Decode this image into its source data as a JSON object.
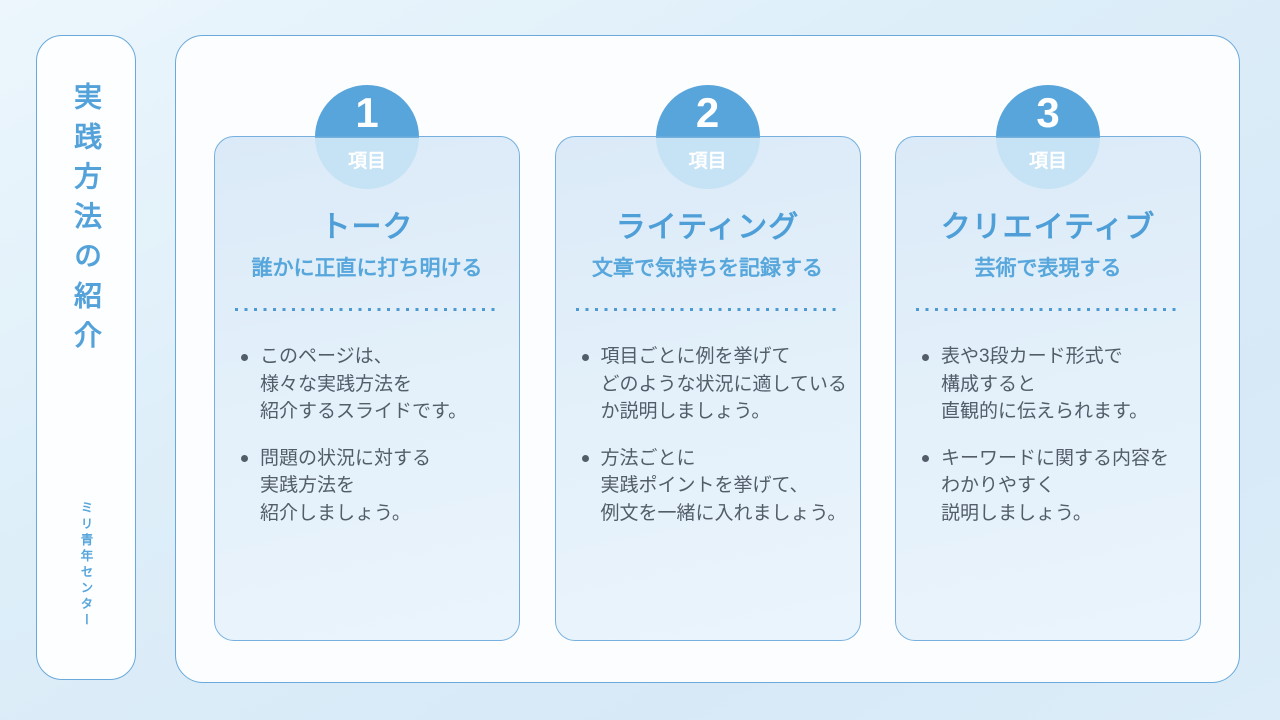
{
  "slide": {
    "sidebar": {
      "title": "実践方法の紹介",
      "organization": "ミリ青年センター"
    },
    "cards": [
      {
        "number": "1",
        "badge_label": "項目",
        "title": "トーク",
        "subtitle": "誰かに正直に打ち明ける",
        "bullets": [
          "このページは、\n様々な実践方法を\n紹介するスライドです。",
          "問題の状況に対する\n実践方法を\n紹介しましょう。"
        ]
      },
      {
        "number": "2",
        "badge_label": "項目",
        "title": "ライティング",
        "subtitle": "文章で気持ちを記録する",
        "bullets": [
          "項目ごとに例を挙げて\nどのような状況に適している\nか説明しましょう。",
          "方法ごとに\n実践ポイントを挙げて、\n例文を一緒に入れましょう。"
        ]
      },
      {
        "number": "3",
        "badge_label": "項目",
        "title": "クリエイティブ",
        "subtitle": "芸術で表現する",
        "bullets": [
          "表や3段カード形式で\n構成すると\n直観的に伝えられます。",
          "キーワードに関する内容を\nわかりやすく\n説明しましょう。"
        ]
      }
    ],
    "colors": {
      "accent_blue": "#54A2DA",
      "subtitle_blue": "#57A7DC",
      "badge_dark": "#58A5DB",
      "badge_light": "#C6E2F5",
      "panel_border": "#69A9DB",
      "card_border": "#77B0DE",
      "dotted_divider": "#4C9AD0",
      "body_text": "#525D69",
      "page_background": "#D9EBF8",
      "panel_background": "#FCFDFE"
    }
  }
}
